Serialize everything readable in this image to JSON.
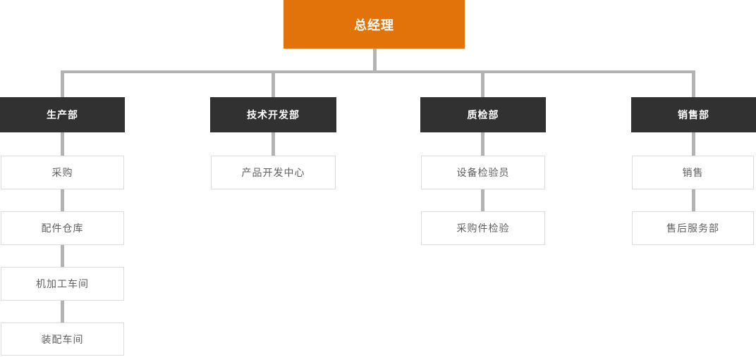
{
  "org": {
    "root": {
      "label": "总经理"
    },
    "departments": [
      {
        "label": "生产部",
        "children": [
          "采购",
          "配件仓库",
          "机加工车间",
          "装配车间"
        ]
      },
      {
        "label": "技术开发部",
        "children": [
          "产品开发中心"
        ]
      },
      {
        "label": "质检部",
        "children": [
          "设备检验员",
          "采购件检验"
        ]
      },
      {
        "label": "销售部",
        "children": [
          "销售",
          "售后服务部"
        ]
      }
    ],
    "colors": {
      "root_bg": "#e2720a",
      "root_text": "#ffffff",
      "dept_bg": "#313131",
      "dept_text": "#ffffff",
      "child_bg": "#ffffff",
      "child_border": "#dcdcdc",
      "child_text": "#5f5f5f",
      "connector": "#b3b3b3",
      "background": "#ffffff"
    }
  }
}
